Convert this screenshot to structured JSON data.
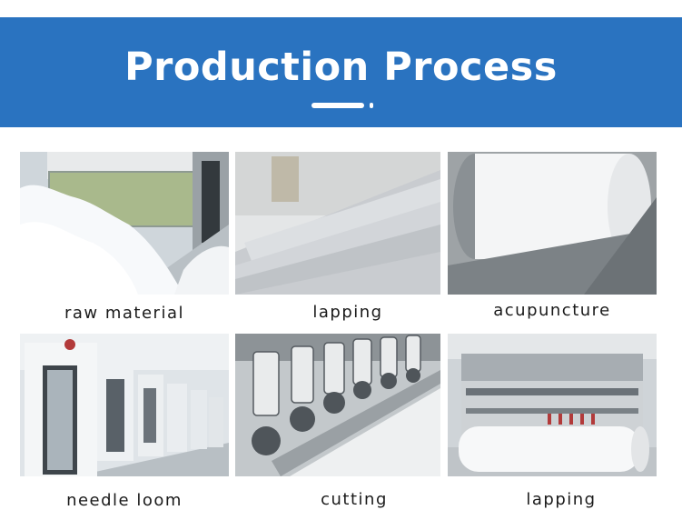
{
  "header": {
    "title": "Production Process",
    "background_color": "#2a73c0"
  },
  "steps": [
    {
      "label": "raw material",
      "image_subject": "raw-cotton-fiber-hopper"
    },
    {
      "label": "lapping",
      "image_subject": "fiber-web-lapping"
    },
    {
      "label": "acupuncture",
      "image_subject": "roller-acupuncture"
    },
    {
      "label": "needle loom",
      "image_subject": "needle-loom-machines"
    },
    {
      "label": "cutting",
      "image_subject": "slitting-cutter-blades"
    },
    {
      "label": "lapping",
      "image_subject": "finished-roll-winding"
    }
  ]
}
